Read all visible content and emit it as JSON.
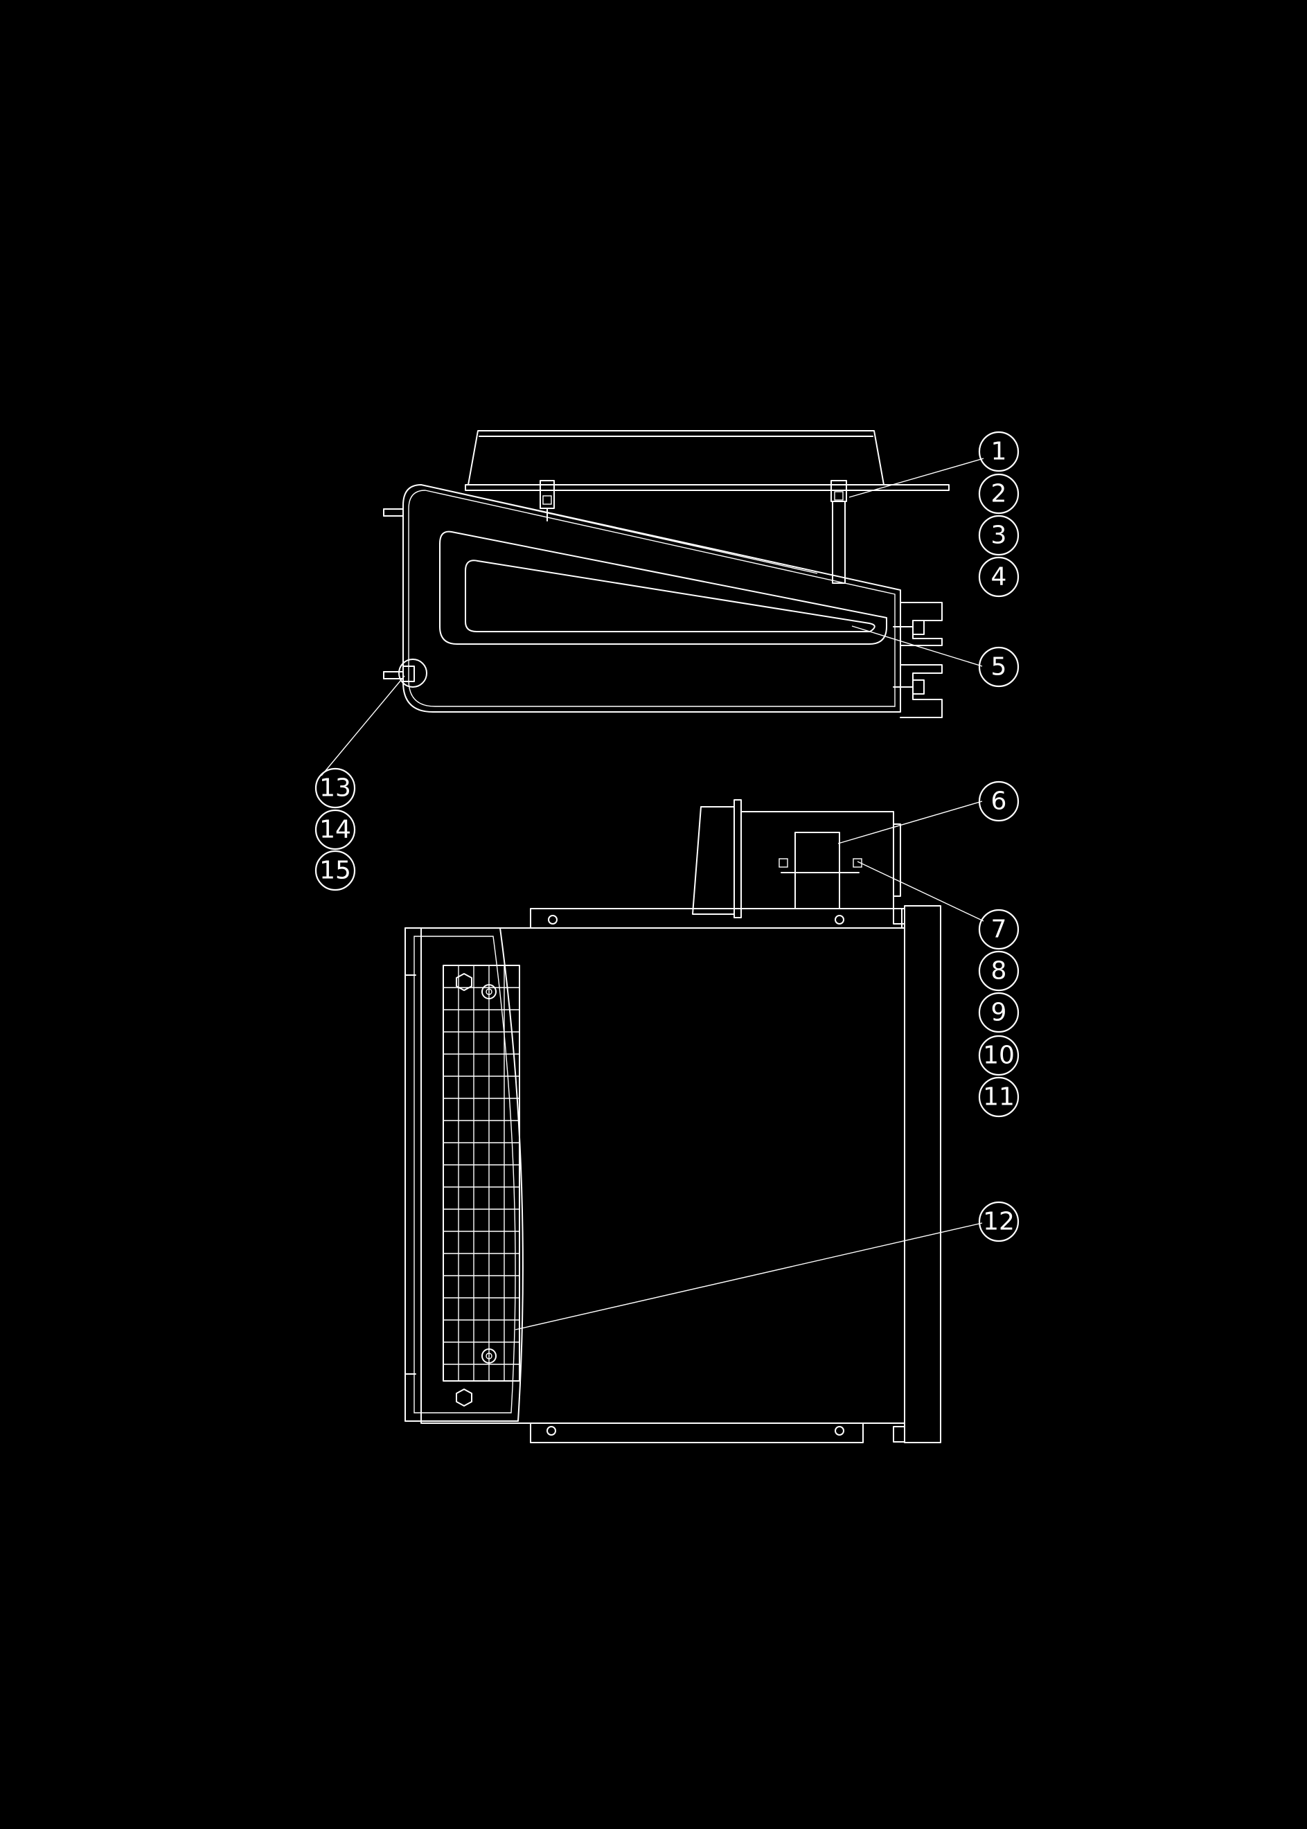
{
  "drawing": {
    "background": "#000000",
    "line_color": "#ffffff"
  },
  "callouts": [
    {
      "id": "c1",
      "label": "1"
    },
    {
      "id": "c2",
      "label": "2"
    },
    {
      "id": "c3",
      "label": "3"
    },
    {
      "id": "c4",
      "label": "4"
    },
    {
      "id": "c5",
      "label": "5"
    },
    {
      "id": "c6",
      "label": "6"
    },
    {
      "id": "c7",
      "label": "7"
    },
    {
      "id": "c8",
      "label": "8"
    },
    {
      "id": "c9",
      "label": "9"
    },
    {
      "id": "c10",
      "label": "10"
    },
    {
      "id": "c11",
      "label": "11"
    },
    {
      "id": "c12",
      "label": "12"
    },
    {
      "id": "c13",
      "label": "13"
    },
    {
      "id": "c14",
      "label": "14"
    },
    {
      "id": "c15",
      "label": "15"
    }
  ]
}
